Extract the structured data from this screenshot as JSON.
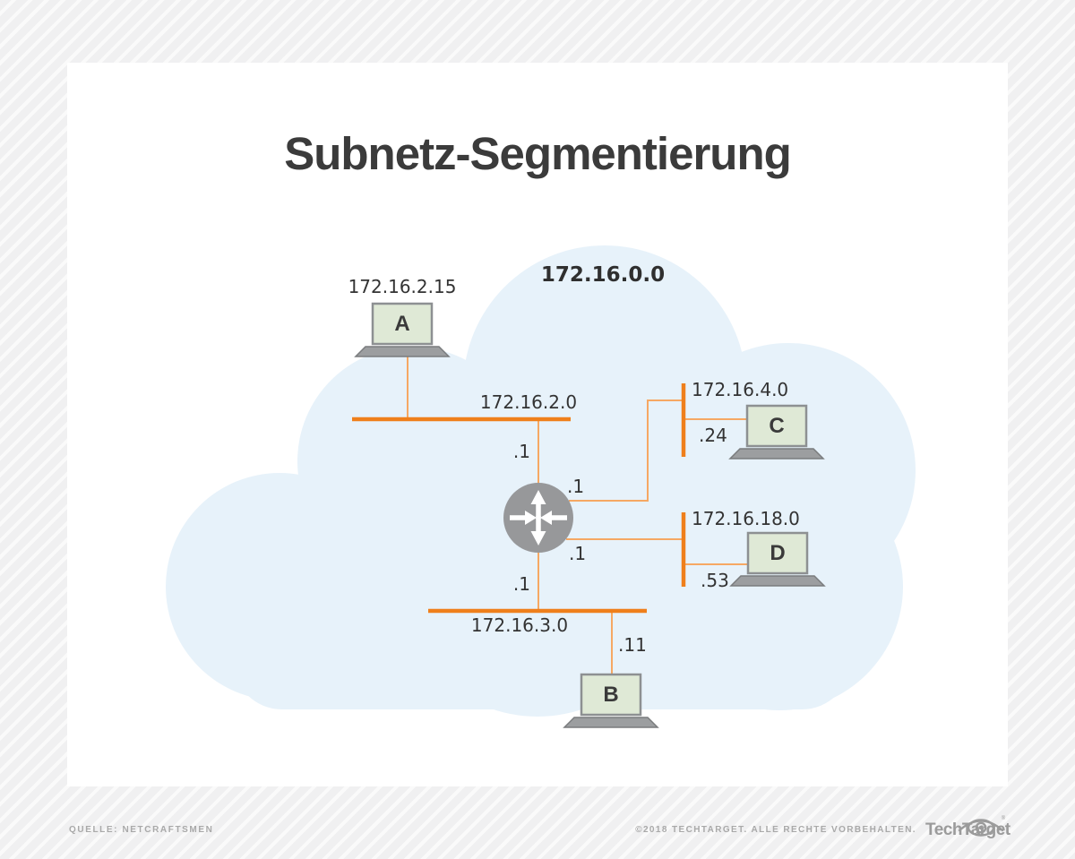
{
  "title": "Subnetz-Segmentierung",
  "diagram": {
    "cloud_network": "172.16.0.0",
    "hosts": {
      "a": {
        "label": "A",
        "ip": "172.16.2.15"
      },
      "b": {
        "label": "B",
        "address": ".11"
      },
      "c": {
        "label": "C",
        "address": ".24"
      },
      "d": {
        "label": "D",
        "address": ".53"
      }
    },
    "subnets": {
      "net2": {
        "label": "172.16.2.0",
        "router_if": ".1"
      },
      "net3": {
        "label": "172.16.3.0",
        "router_if": ".1"
      },
      "net4": {
        "label": "172.16.4.0",
        "router_if": ".1"
      },
      "net18": {
        "label": "172.16.18.0",
        "router_if": ".1"
      }
    }
  },
  "footer": {
    "source": "QUELLE: NETCRAFTSMEN",
    "copyright": "©2018 TECHTARGET. ALLE RECHTE VORBEHALTEN.",
    "brand": "TechTarget"
  },
  "colors": {
    "segment_orange": "#ef7f1b",
    "link_orange": "#f6a863",
    "cloud_blue": "#e7f2fa",
    "router_gray": "#97989a",
    "laptop_screen_green": "#dfe9d6",
    "laptop_gray": "#9c9ea0",
    "text_dark": "#333333",
    "footer_gray": "#a9a9a9"
  }
}
